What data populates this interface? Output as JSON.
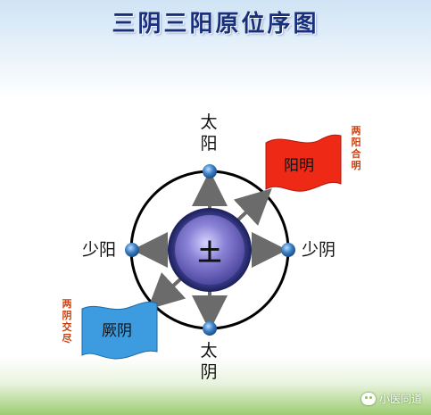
{
  "title": "三阴三阳原位序图",
  "center": {
    "label": "土"
  },
  "directions": {
    "top": [
      "太",
      "阳"
    ],
    "bottom": [
      "太",
      "阴"
    ],
    "left": "少阳",
    "right": "少阴"
  },
  "flags": {
    "yangming": {
      "label": "阳明",
      "color": "#ee2a17",
      "note": [
        "两",
        "阳",
        "合",
        "明"
      ]
    },
    "jueyin": {
      "label": "厥阴",
      "color": "#3d9be0",
      "note": [
        "两",
        "阴",
        "交",
        "尽"
      ]
    }
  },
  "colors": {
    "title": "#1a2f7a",
    "circle": "#000000",
    "center_disc": "#7a72c8",
    "node": "#2f6fb0",
    "arrow": "#6b6b6b",
    "note": "#c8400f"
  },
  "watermark": "小医同道"
}
